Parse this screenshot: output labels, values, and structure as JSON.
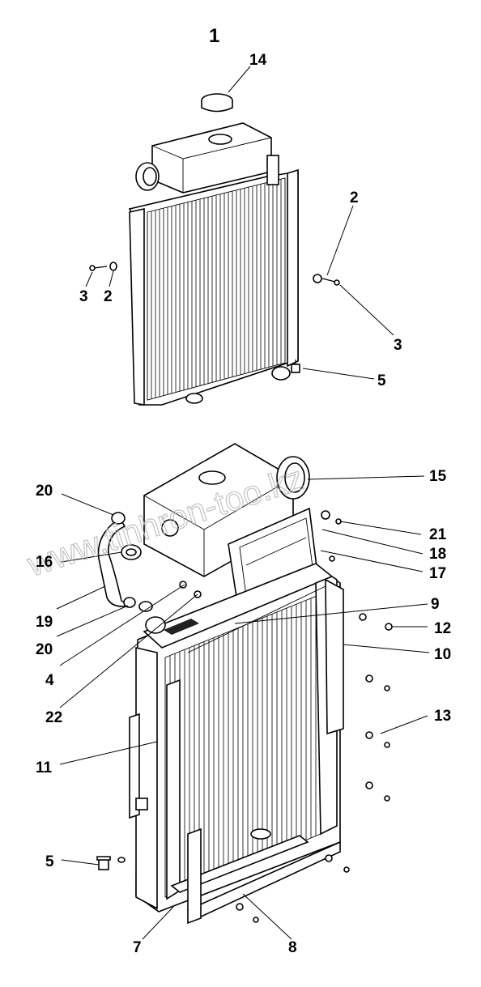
{
  "diagram": {
    "title": "1",
    "watermark": "www.tinhron-too.kz",
    "callouts": [
      {
        "id": "c14a",
        "label": "14"
      },
      {
        "id": "c2a",
        "label": "2"
      },
      {
        "id": "c3a",
        "label": "3"
      },
      {
        "id": "c2b",
        "label": "2"
      },
      {
        "id": "c3b",
        "label": "3"
      },
      {
        "id": "c5a",
        "label": "5"
      },
      {
        "id": "c15",
        "label": "15"
      },
      {
        "id": "c20a",
        "label": "20"
      },
      {
        "id": "c21",
        "label": "21"
      },
      {
        "id": "c16",
        "label": "16"
      },
      {
        "id": "c18",
        "label": "18"
      },
      {
        "id": "c17",
        "label": "17"
      },
      {
        "id": "c19",
        "label": "19"
      },
      {
        "id": "c9",
        "label": "9"
      },
      {
        "id": "c20b",
        "label": "20"
      },
      {
        "id": "c12",
        "label": "12"
      },
      {
        "id": "c10",
        "label": "10"
      },
      {
        "id": "c4",
        "label": "4"
      },
      {
        "id": "c22",
        "label": "22"
      },
      {
        "id": "c13",
        "label": "13"
      },
      {
        "id": "c11",
        "label": "11"
      },
      {
        "id": "c5b",
        "label": "5"
      },
      {
        "id": "c7",
        "label": "7"
      },
      {
        "id": "c8",
        "label": "8"
      }
    ]
  }
}
